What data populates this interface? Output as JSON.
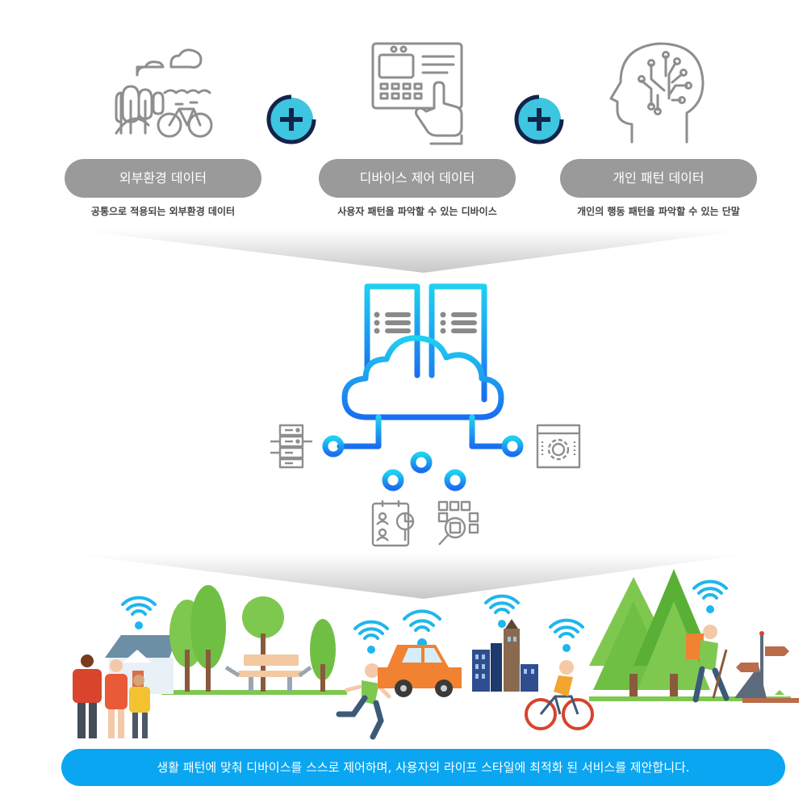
{
  "inputs": [
    {
      "label": "외부환경 데이터",
      "description": "공통으로 적용되는 외부환경 데이터",
      "icon": "outdoor-environment-icon"
    },
    {
      "label": "디바이스 제어 데이터",
      "description": "사용자 패턴을 파악할 수 있는 디바이스",
      "icon": "device-control-panel-icon"
    },
    {
      "label": "개인 패턴 데이터",
      "description": "개인의 행동 패턴을 파악할 수 있는 단말",
      "icon": "brain-circuit-icon"
    }
  ],
  "plus_icon": "plus-icon",
  "center_icon": "cloud-server-network-icon",
  "satellite_icons": [
    "server-stack-icon",
    "settings-window-icon",
    "user-report-icon",
    "qr-scan-icon"
  ],
  "scene_icon": "smart-city-lifestyle-illustration",
  "banner": {
    "text": "생활 패턴에 맞춰 디바이스를 스스로 제어하며, 사용자의 라이프 스타일에 최적화 된 서비스를 제안합니다."
  },
  "colors": {
    "pill": "#9a9a9a",
    "plus_fill": "#3ec5e0",
    "plus_ring": "#13234a",
    "cloud_cyan": "#1fd0f0",
    "cloud_blue": "#1a6ef0",
    "banner": "#0aa6f2"
  }
}
